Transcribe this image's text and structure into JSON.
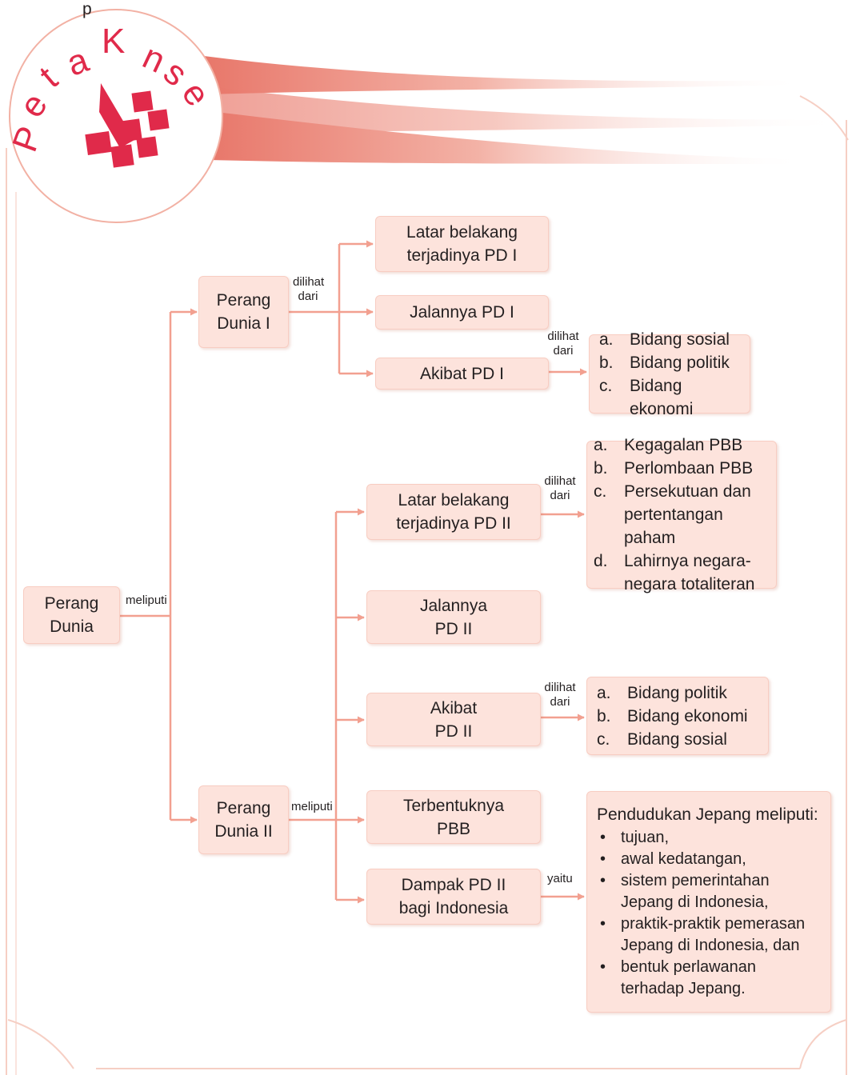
{
  "header": {
    "top_text": "p",
    "title_letters": [
      "P",
      "e",
      "t",
      "a",
      "K",
      "n",
      "s",
      "e"
    ]
  },
  "colors": {
    "accent_red": "#e02a4a",
    "box_fill": "#fde3dc",
    "connector": "#f2a090",
    "frame": "#f6cfc4"
  },
  "icon": "stacked-squares-logo-icon",
  "root": {
    "label": "Perang Dunia"
  },
  "labels": {
    "meliputi_root": "meliputi",
    "dilihat_dari_pd1": "dilihat dari",
    "dilihat_dari_akibat1": "dilihat dari",
    "meliputi_pd2": "meliputi",
    "dilihat_dari_latar2": "dilihat dari",
    "dilihat_dari_akibat2": "dilihat dari",
    "yaitu": "yaitu"
  },
  "pd1": {
    "label": "Perang Dunia I",
    "children": [
      "Latar belakang terjadinya PD I",
      "Jalannya PD I",
      "Akibat PD I"
    ],
    "akibat_list": [
      {
        "marker": "a.",
        "text": "Bidang sosial"
      },
      {
        "marker": "b.",
        "text": "Bidang politik"
      },
      {
        "marker": "c.",
        "text": "Bidang ekonomi"
      }
    ]
  },
  "pd2": {
    "label": "Perang Dunia II",
    "children": [
      "Latar belakang terjadinya PD II",
      "Jalannya PD II",
      "Akibat PD II",
      "Terbentuknya PBB",
      "Dampak PD II bagi Indonesia"
    ],
    "latar_list": [
      {
        "marker": "a.",
        "text": "Kegagalan PBB"
      },
      {
        "marker": "b.",
        "text": "Perlombaan PBB"
      },
      {
        "marker": "c.",
        "text": "Persekutuan dan pertentangan paham"
      },
      {
        "marker": "d.",
        "text": "Lahirnya negara-negara totaliteran"
      }
    ],
    "akibat_list": [
      {
        "marker": "a.",
        "text": "Bidang politik"
      },
      {
        "marker": "b.",
        "text": "Bidang ekonomi"
      },
      {
        "marker": "c.",
        "text": "Bidang sosial"
      }
    ],
    "pendudukan": {
      "heading": "Pendudukan Jepang meliputi:",
      "items": [
        "tujuan,",
        "awal kedatangan,",
        "sistem pemerintahan Jepang di Indonesia,",
        "praktik-praktik pemerasan Jepang di Indonesia, dan",
        "bentuk perlawanan terhadap Jepang."
      ]
    }
  }
}
